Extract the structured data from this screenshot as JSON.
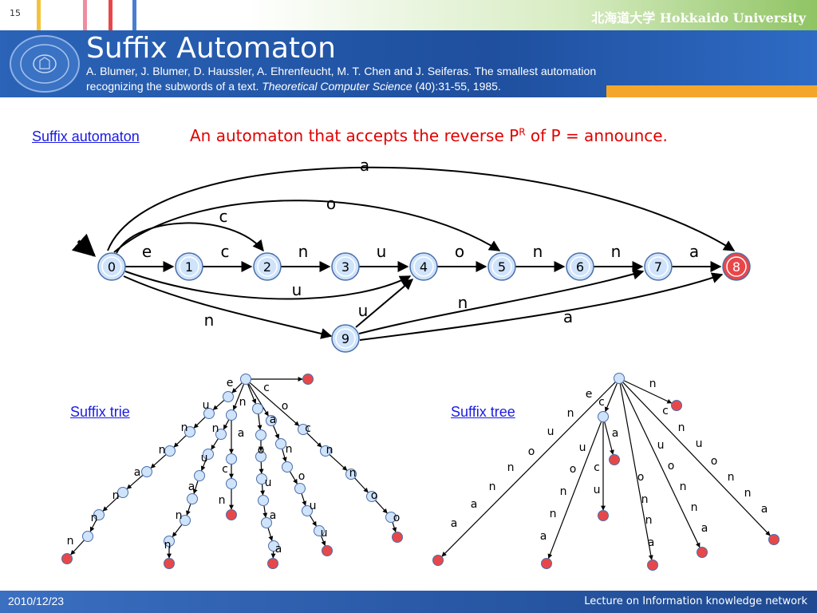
{
  "slide_number": "15",
  "university": "北海道大学 Hokkaido University",
  "title": "Suffix Automaton",
  "reference": {
    "line1": "A. Blumer, J. Blumer, D. Haussler, A. Ehrenfeucht, M. T. Chen and J. Seiferas. The smallest automation",
    "line2_pre": "recognizing the subwords of a text.",
    "line2_italic": "Theoretical Computer Science",
    "line2_post": "(40):31-55, 1985."
  },
  "links": {
    "suffix_automaton": "Suffix automaton",
    "suffix_trie": "Suffix trie",
    "suffix_tree": "Suffix tree"
  },
  "headline": {
    "pre": "An automaton that accepts the reverse P",
    "sup": "R",
    "post": " of P = announce."
  },
  "automaton": {
    "states": [
      "0",
      "1",
      "2",
      "3",
      "4",
      "5",
      "6",
      "7",
      "8",
      "9"
    ],
    "edge_labels": [
      "e",
      "c",
      "n",
      "u",
      "o",
      "n",
      "n",
      "a",
      "a",
      "o",
      "c",
      "u",
      "n",
      "u",
      "n",
      "a"
    ]
  },
  "suffix_trie": {
    "labels": [
      "e",
      "c",
      "n",
      "u",
      "o",
      "n",
      "n",
      "a",
      "a",
      "c",
      "n",
      "u",
      "o",
      "n",
      "n",
      "a",
      "c",
      "u",
      "o",
      "n",
      "n",
      "a",
      "n",
      "u",
      "o",
      "n",
      "n",
      "a",
      "u",
      "o",
      "n",
      "n",
      "a",
      "o",
      "n",
      "n",
      "a",
      "n",
      "n",
      "a"
    ]
  },
  "suffix_tree": {
    "labels": [
      "e",
      "c",
      "n",
      "u",
      "o",
      "n",
      "n",
      "a",
      "a",
      "n",
      "a",
      "u",
      "o",
      "n",
      "n",
      "a",
      "c",
      "n",
      "u",
      "o",
      "n",
      "n",
      "a",
      "c",
      "u",
      "o",
      "n",
      "n",
      "a",
      "u",
      "o",
      "n",
      "n",
      "a",
      "n",
      "a"
    ]
  },
  "footer": {
    "date": "2010/12/23",
    "course": "Lecture on Information knowledge network"
  },
  "colors": {
    "title_blue": "#2a63b7",
    "accent_orange": "#f4a62a",
    "final_state": "#e8474a",
    "state_fill": "#cfe3fb",
    "headline_red": "#e00000"
  }
}
